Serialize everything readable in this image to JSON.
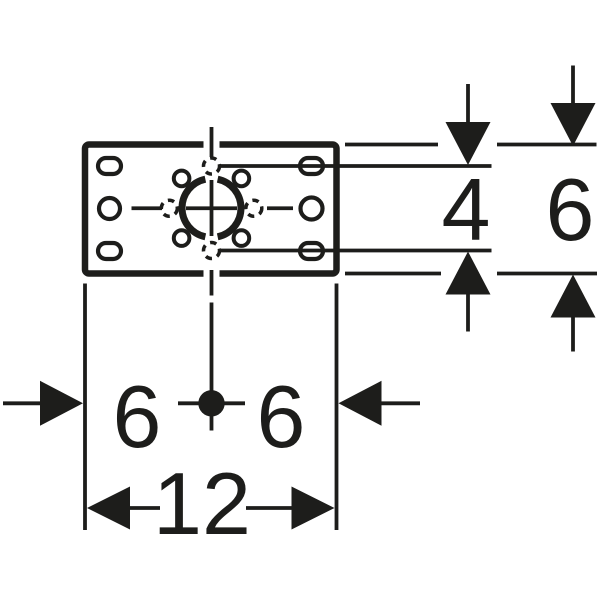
{
  "colors": {
    "line": "#1d1d1b",
    "background": "#ffffff"
  },
  "dimensions": {
    "hole_rows_spacing": {
      "label": "4",
      "orientation": "vertical"
    },
    "plate_height": {
      "label": "6",
      "orientation": "vertical"
    },
    "left_half_width": {
      "label": "6",
      "orientation": "horizontal"
    },
    "right_half_width": {
      "label": "6",
      "orientation": "horizontal"
    },
    "plate_width": {
      "label": "12",
      "orientation": "horizontal"
    }
  }
}
